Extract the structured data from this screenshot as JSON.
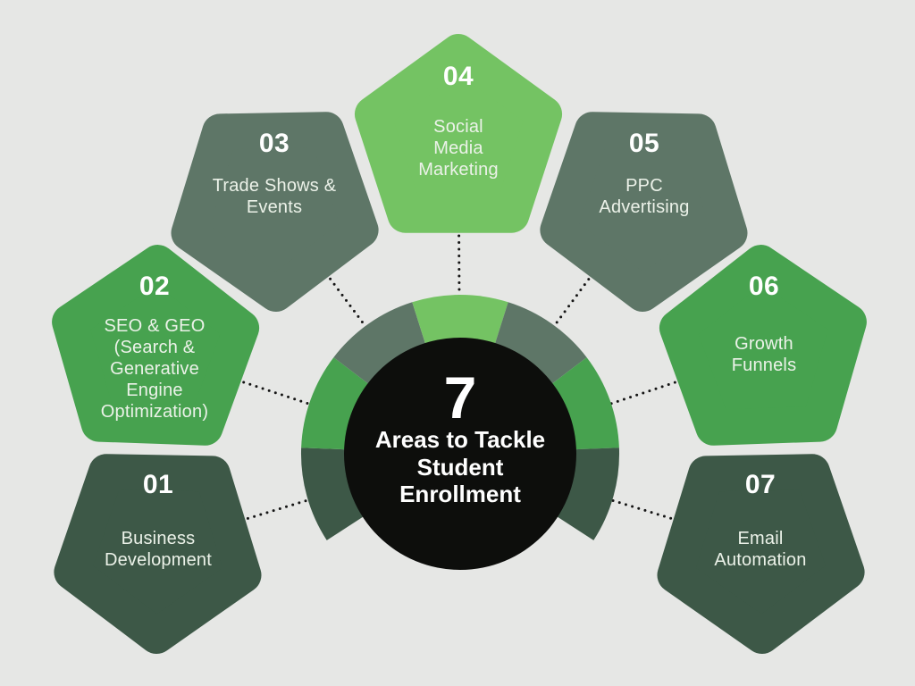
{
  "center": {
    "number": "7",
    "title": "Areas to Tackle\nStudent\nEnrollment"
  },
  "nodes": [
    {
      "number": "01",
      "label": "Business\nDevelopment",
      "color": "dark"
    },
    {
      "number": "02",
      "label": "SEO & GEO\n(Search &\nGenerative\nEngine\nOptimization)",
      "color": "green"
    },
    {
      "number": "03",
      "label": "Trade Shows &\nEvents",
      "color": "sage"
    },
    {
      "number": "04",
      "label": "Social\nMedia\nMarketing",
      "color": "light"
    },
    {
      "number": "05",
      "label": "PPC\nAdvertising",
      "color": "sage"
    },
    {
      "number": "06",
      "label": "Growth\nFunnels",
      "color": "green"
    },
    {
      "number": "07",
      "label": "Email\nAutomation",
      "color": "dark"
    }
  ],
  "colors": {
    "background": "#E6E7E5",
    "dark": "#3D5847",
    "green": "#47A24F",
    "sage": "#5E7667",
    "light": "#74C363",
    "circle": "#0D0E0C",
    "connector": "#141414",
    "number_text": "#FFFFFF",
    "label_text": "#ECF2E9"
  }
}
